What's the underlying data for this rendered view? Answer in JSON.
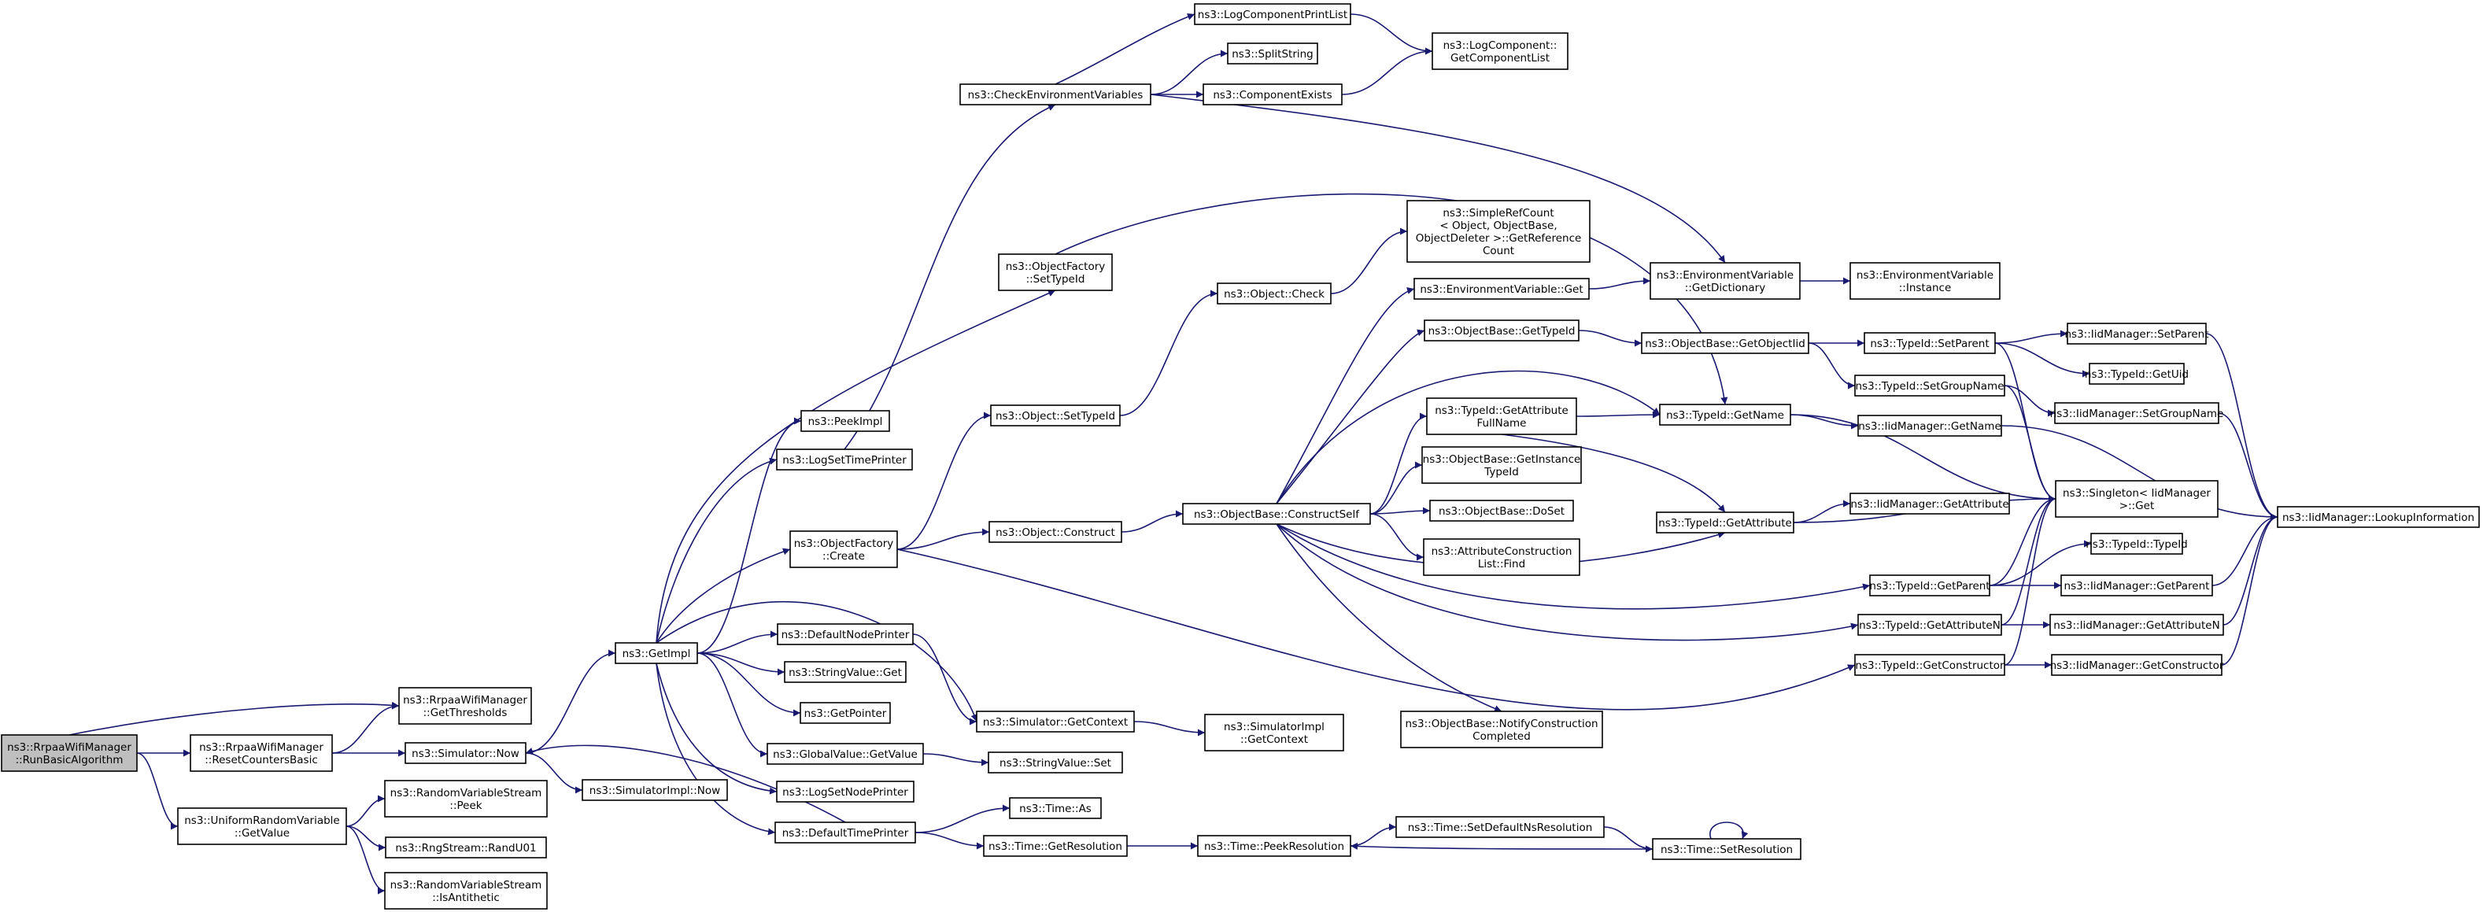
{
  "colors": {
    "edge": "#191970",
    "node_border": "#000000",
    "root_fill": "#bfbfbf",
    "node_fill": "#ffffff"
  },
  "nodes": {
    "run": {
      "label": [
        "ns3::RrpaaWifiManager",
        "::RunBasicAlgorithm"
      ],
      "root": true
    },
    "gth": {
      "label": [
        "ns3::RrpaaWifiManager",
        "::GetThresholds"
      ]
    },
    "rcb": {
      "label": [
        "ns3::RrpaaWifiManager",
        "::ResetCountersBasic"
      ]
    },
    "urv": {
      "label": [
        "ns3::UniformRandomVariable",
        "::GetValue"
      ]
    },
    "snow": {
      "label": [
        "ns3::Simulator::Now"
      ]
    },
    "rvpeek": {
      "label": [
        "ns3::RandomVariableStream",
        "::Peek"
      ]
    },
    "randu": {
      "label": [
        "ns3::RngStream::RandU01"
      ]
    },
    "anti": {
      "label": [
        "ns3::RandomVariableStream",
        "::IsAntithetic"
      ]
    },
    "getimpl": {
      "label": [
        "ns3::GetImpl"
      ]
    },
    "siminow": {
      "label": [
        "ns3::SimulatorImpl::Now"
      ]
    },
    "peekimpl": {
      "label": [
        "ns3::PeekImpl"
      ]
    },
    "lstp": {
      "label": [
        "ns3::LogSetTimePrinter"
      ]
    },
    "ofcreate": {
      "label": [
        "ns3::ObjectFactory",
        "::Create"
      ]
    },
    "dnp": {
      "label": [
        "ns3::DefaultNodePrinter"
      ]
    },
    "svget": {
      "label": [
        "ns3::StringValue::Get"
      ]
    },
    "getptr": {
      "label": [
        "ns3::GetPointer"
      ]
    },
    "gvget": {
      "label": [
        "ns3::GlobalValue::GetValue"
      ]
    },
    "lsnp": {
      "label": [
        "ns3::LogSetNodePrinter"
      ]
    },
    "dtp": {
      "label": [
        "ns3::DefaultTimePrinter"
      ]
    },
    "cev": {
      "label": [
        "ns3::CheckEnvironmentVariables"
      ]
    },
    "ofset": {
      "label": [
        "ns3::ObjectFactory",
        "::SetTypeId"
      ]
    },
    "objset": {
      "label": [
        "ns3::Object::SetTypeId"
      ]
    },
    "objcons": {
      "label": [
        "ns3::Object::Construct"
      ]
    },
    "simgc": {
      "label": [
        "ns3::Simulator::GetContext"
      ]
    },
    "svset": {
      "label": [
        "ns3::StringValue::Set"
      ]
    },
    "timeas": {
      "label": [
        "ns3::Time::As"
      ]
    },
    "timegr": {
      "label": [
        "ns3::Time::GetResolution"
      ]
    },
    "lcpl": {
      "label": [
        "ns3::LogComponentPrintList"
      ]
    },
    "split": {
      "label": [
        "ns3::SplitString"
      ]
    },
    "compex": {
      "label": [
        "ns3::ComponentExists"
      ]
    },
    "lcgcl": {
      "label": [
        "ns3::LogComponent::",
        "GetComponentList"
      ]
    },
    "objcheck": {
      "label": [
        "ns3::Object::Check"
      ]
    },
    "ocs": {
      "label": [
        "ns3::ObjectBase::ConstructSelf"
      ]
    },
    "simigc": {
      "label": [
        "ns3::SimulatorImpl",
        "::GetContext"
      ]
    },
    "timepr": {
      "label": [
        "ns3::Time::PeekResolution"
      ]
    },
    "srcget": {
      "label": [
        "ns3::SimpleRefCount",
        "< Object, ObjectBase,",
        "ObjectDeleter >::GetReference",
        "Count"
      ]
    },
    "evget": {
      "label": [
        "ns3::EnvironmentVariable::Get"
      ]
    },
    "obgtid": {
      "label": [
        "ns3::ObjectBase::GetTypeId"
      ]
    },
    "tidgafn": {
      "label": [
        "ns3::TypeId::GetAttribute",
        "FullName"
      ]
    },
    "obgitid": {
      "label": [
        "ns3::ObjectBase::GetInstance",
        "TypeId"
      ]
    },
    "obdoset": {
      "label": [
        "ns3::ObjectBase::DoSet"
      ]
    },
    "aclfind": {
      "label": [
        "ns3::AttributeConstruction",
        "List::Find"
      ]
    },
    "obnc": {
      "label": [
        "ns3::ObjectBase::NotifyConstruction",
        "Completed"
      ]
    },
    "tsdnr": {
      "label": [
        "ns3::Time::SetDefaultNsResolution"
      ]
    },
    "tsr": {
      "label": [
        "ns3::Time::SetResolution"
      ]
    },
    "evgd": {
      "label": [
        "ns3::EnvironmentVariable",
        "::GetDictionary"
      ]
    },
    "evinst": {
      "label": [
        "ns3::EnvironmentVariable",
        "::Instance"
      ]
    },
    "obgoid": {
      "label": [
        "ns3::ObjectBase::GetObjectIid"
      ]
    },
    "tidgn": {
      "label": [
        "ns3::TypeId::GetName"
      ]
    },
    "tidga": {
      "label": [
        "ns3::TypeId::GetAttribute"
      ]
    },
    "tidsp": {
      "label": [
        "ns3::TypeId::SetParent"
      ]
    },
    "tidsgn": {
      "label": [
        "ns3::TypeId::SetGroupName"
      ]
    },
    "iidgn": {
      "label": [
        "ns3::IidManager::GetName"
      ]
    },
    "iidga": {
      "label": [
        "ns3::IidManager::GetAttribute"
      ]
    },
    "tidgp": {
      "label": [
        "ns3::TypeId::GetParent"
      ]
    },
    "tidgan": {
      "label": [
        "ns3::TypeId::GetAttributeN"
      ]
    },
    "tidgc": {
      "label": [
        "ns3::TypeId::GetConstructor"
      ]
    },
    "iidsp": {
      "label": [
        "ns3::IidManager::SetParent"
      ]
    },
    "tidguid": {
      "label": [
        "ns3::TypeId::GetUid"
      ]
    },
    "iidsgn": {
      "label": [
        "ns3::IidManager::SetGroupName"
      ]
    },
    "singget": {
      "label": [
        "ns3::Singleton< IidManager",
        ">::Get"
      ]
    },
    "tidtid": {
      "label": [
        "ns3::TypeId::TypeId"
      ]
    },
    "iidgp": {
      "label": [
        "ns3::IidManager::GetParent"
      ]
    },
    "iidgan": {
      "label": [
        "ns3::IidManager::GetAttributeN"
      ]
    },
    "iidgc": {
      "label": [
        "ns3::IidManager::GetConstructor"
      ]
    },
    "iidli": {
      "label": [
        "ns3::IidManager::LookupInformation"
      ]
    }
  },
  "edges": [
    [
      "run",
      "gth"
    ],
    [
      "run",
      "rcb"
    ],
    [
      "run",
      "urv"
    ],
    [
      "rcb",
      "gth"
    ],
    [
      "rcb",
      "snow"
    ],
    [
      "urv",
      "rvpeek"
    ],
    [
      "urv",
      "randu"
    ],
    [
      "urv",
      "anti"
    ],
    [
      "snow",
      "getimpl"
    ],
    [
      "snow",
      "siminow"
    ],
    [
      "getimpl",
      "peekimpl"
    ],
    [
      "getimpl",
      "lstp"
    ],
    [
      "getimpl",
      "ofcreate"
    ],
    [
      "getimpl",
      "dnp"
    ],
    [
      "getimpl",
      "svget"
    ],
    [
      "getimpl",
      "getptr"
    ],
    [
      "getimpl",
      "gvget"
    ],
    [
      "getimpl",
      "lsnp"
    ],
    [
      "getimpl",
      "dtp"
    ],
    [
      "getimpl",
      "ofset"
    ],
    [
      "getimpl",
      "simgc"
    ],
    [
      "dtp",
      "snow"
    ],
    [
      "dtp",
      "timeas"
    ],
    [
      "dtp",
      "timegr"
    ],
    [
      "lstp",
      "cev"
    ],
    [
      "ofcreate",
      "objset"
    ],
    [
      "ofcreate",
      "objcons"
    ],
    [
      "ofcreate",
      "tidgc"
    ],
    [
      "ofset",
      "tidgn"
    ],
    [
      "dnp",
      "simgc"
    ],
    [
      "gvget",
      "svset"
    ],
    [
      "cev",
      "lcpl"
    ],
    [
      "cev",
      "split"
    ],
    [
      "cev",
      "compex"
    ],
    [
      "cev",
      "evgd"
    ],
    [
      "lcpl",
      "lcgcl"
    ],
    [
      "compex",
      "lcgcl"
    ],
    [
      "objset",
      "objcheck"
    ],
    [
      "objcheck",
      "srcget"
    ],
    [
      "objcons",
      "ocs"
    ],
    [
      "simgc",
      "simigc"
    ],
    [
      "timegr",
      "timepr"
    ],
    [
      "timepr",
      "tsdnr"
    ],
    [
      "tsdnr",
      "tsr"
    ],
    [
      "tsr",
      "timepr"
    ],
    [
      "tsr",
      "tsr"
    ],
    [
      "ocs",
      "evget"
    ],
    [
      "ocs",
      "obgtid"
    ],
    [
      "ocs",
      "tidgn"
    ],
    [
      "ocs",
      "tidgafn"
    ],
    [
      "ocs",
      "obgitid"
    ],
    [
      "ocs",
      "obdoset"
    ],
    [
      "ocs",
      "aclfind"
    ],
    [
      "ocs",
      "tidga"
    ],
    [
      "ocs",
      "tidgp"
    ],
    [
      "ocs",
      "tidgan"
    ],
    [
      "ocs",
      "obnc"
    ],
    [
      "evget",
      "evgd"
    ],
    [
      "evgd",
      "evinst"
    ],
    [
      "obgtid",
      "obgoid"
    ],
    [
      "obgoid",
      "tidsp"
    ],
    [
      "obgoid",
      "tidsgn"
    ],
    [
      "tidsp",
      "iidsp"
    ],
    [
      "tidsp",
      "tidguid"
    ],
    [
      "tidsp",
      "singget"
    ],
    [
      "tidsgn",
      "iidsgn"
    ],
    [
      "tidsgn",
      "singget"
    ],
    [
      "tidgafn",
      "tidgn"
    ],
    [
      "tidgafn",
      "tidga"
    ],
    [
      "tidgn",
      "iidgn"
    ],
    [
      "tidgn",
      "singget"
    ],
    [
      "tidga",
      "iidga"
    ],
    [
      "tidga",
      "singget"
    ],
    [
      "tidgp",
      "tidtid"
    ],
    [
      "tidgp",
      "iidgp"
    ],
    [
      "tidgp",
      "singget"
    ],
    [
      "tidgan",
      "iidgan"
    ],
    [
      "tidgan",
      "singget"
    ],
    [
      "tidgc",
      "iidgc"
    ],
    [
      "tidgc",
      "singget"
    ],
    [
      "iidsp",
      "iidli"
    ],
    [
      "iidsgn",
      "iidli"
    ],
    [
      "iidgn",
      "iidli"
    ],
    [
      "iidgp",
      "iidli"
    ],
    [
      "iidgan",
      "iidli"
    ],
    [
      "iidgc",
      "iidli"
    ]
  ]
}
